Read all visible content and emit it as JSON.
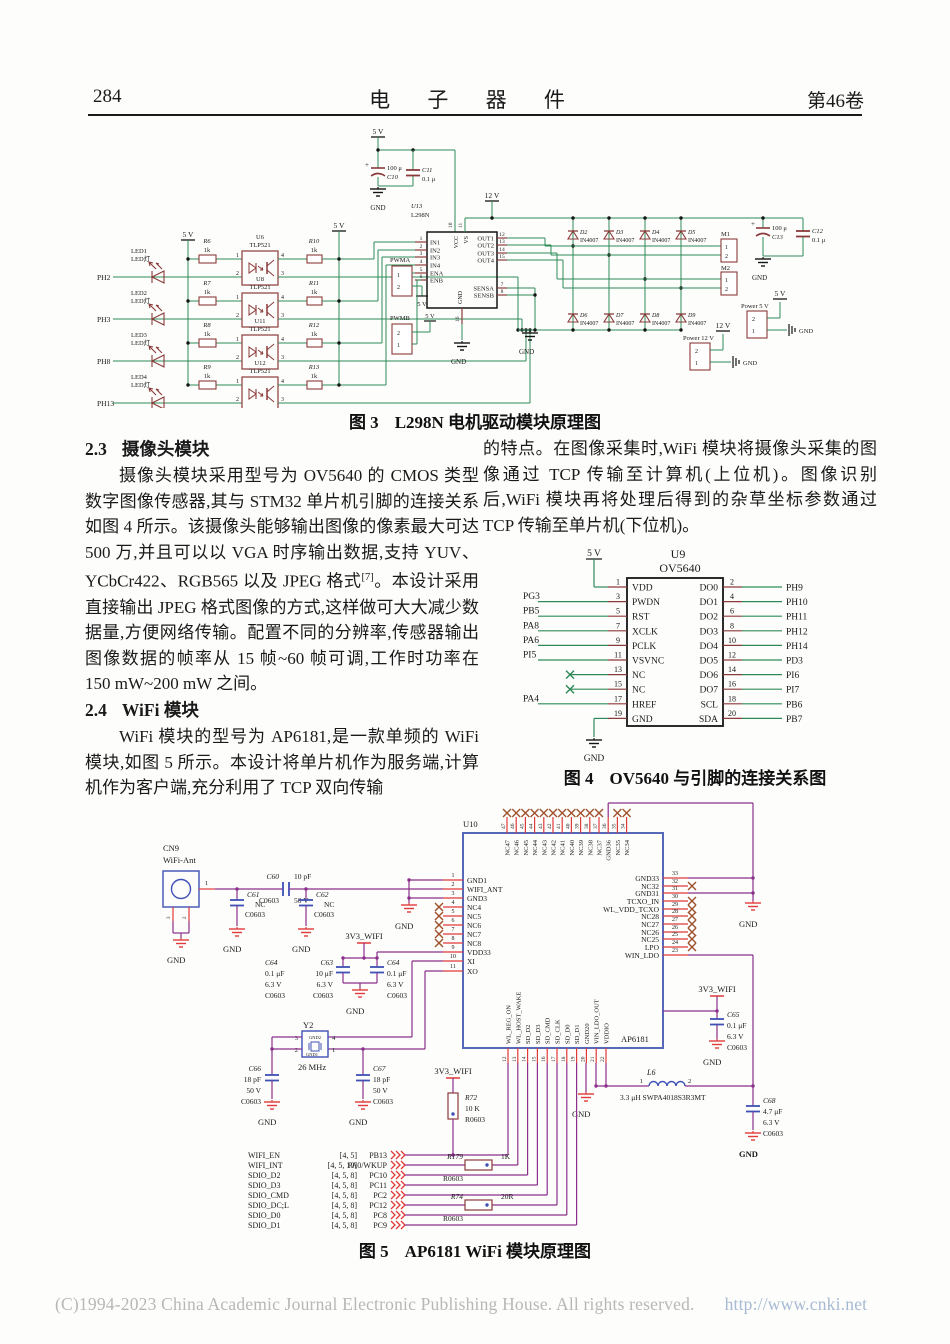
{
  "header": {
    "page_number": "284",
    "journal": "电 子 器 件",
    "volume": "第46卷"
  },
  "sections": {
    "s23": {
      "num": "2.3",
      "title": "摄像头模块",
      "body_a": "摄像头模块采用型号为 OV5640 的 CMOS 类型数字图像传感器,其与 STM32 单片机引脚的连接关系如图 4 所示。该摄像头能够输出图像的像素最大可达 500 万,并且可以以 VGA 时序输出数据,支持 YUV、YCbCr422、RGB565 以及 JPEG 格式",
      "sup": "[7]",
      "body_b": "。本设计采用直接输出 JPEG 格式图像的方式,这样做可大大减少数据量,方便网络传输。配置不同的分辨率,传感器输出图像数据的帧率从 15 帧~60 帧可调,工作时功率在 150 mW~200 mW 之间。"
    },
    "s24": {
      "num": "2.4",
      "title": "WiFi 模块",
      "body": "WiFi 模块的型号为 AP6181,是一款单频的 WiFi 模块,如图 5 所示。本设计将单片机作为服务端,计算机作为客户端,充分利用了 TCP 双向传输"
    },
    "right_continuation": "的特点。在图像采集时,WiFi 模块将摄像头采集的图像通过 TCP 传输至计算机(上位机)。图像识别后,WiFi 模块再将处理后得到的杂草坐标参数通过 TCP 传输至单片机(下位机)。"
  },
  "fig3": {
    "caption_num": "图 3",
    "caption_text": "L298N 电机驱动模块原理图",
    "labels": {
      "v5": "5 V",
      "v12": "12 V",
      "gnd": "GND"
    },
    "opto": {
      "rows": [
        {
          "input": "PH2",
          "led_ref": "LED1",
          "led_name": "LED灯",
          "r_in": "R6",
          "r_in_val": "1k",
          "opto_ref": "U6",
          "opto_type": "TLP521",
          "r_out": "R10",
          "r_out_val": "1k"
        },
        {
          "input": "PH3",
          "led_ref": "LED2",
          "led_name": "LED灯",
          "r_in": "R7",
          "r_in_val": "1k",
          "opto_ref": "U8",
          "opto_type": "TLP521",
          "r_out": "R11",
          "r_out_val": "1k"
        },
        {
          "input": "PH8",
          "led_ref": "LED3",
          "led_name": "LED灯",
          "r_in": "R8",
          "r_in_val": "1k",
          "opto_ref": "U11",
          "opto_type": "TLP521",
          "r_out": "R12",
          "r_out_val": "1k"
        },
        {
          "input": "PH13",
          "led_ref": "LED4",
          "led_name": "LED灯",
          "r_in": "R9",
          "r_in_val": "1k",
          "opto_ref": "U12",
          "opto_type": "TLP521",
          "r_out": "R13",
          "r_out_val": "1k"
        }
      ]
    },
    "chip": {
      "ref": "U13",
      "type": "L298N",
      "left_pins": [
        {
          "n": "1",
          "name": "IN1"
        },
        {
          "n": "2",
          "name": "IN2"
        },
        {
          "n": "3",
          "name": "IN3"
        },
        {
          "n": "4",
          "name": "IN4"
        },
        {
          "n": "5",
          "name": "ENA"
        },
        {
          "n": "6",
          "name": "ENB"
        }
      ],
      "top_pins": [
        {
          "n": "10",
          "name": "VCC"
        },
        {
          "n": "11",
          "name": "VS"
        }
      ],
      "right_pins": [
        {
          "n": "12",
          "name": "OUT1"
        },
        {
          "n": "13",
          "name": "OUT2"
        },
        {
          "n": "14",
          "name": "OUT3"
        },
        {
          "n": "15",
          "name": "OUT4"
        },
        {
          "n": "7",
          "name": "SENSA"
        },
        {
          "n": "8",
          "name": "SENSB"
        }
      ],
      "bottom_pin": {
        "n": "16",
        "name": "GND"
      }
    },
    "caps": {
      "c10": {
        "ref": "C10",
        "val": "100 μ"
      },
      "c11": {
        "ref": "C11",
        "val": "0.1 μ"
      },
      "c12": {
        "ref": "C12",
        "val": "0.1 μ"
      },
      "c13": {
        "ref": "C13",
        "val": "100 μ"
      }
    },
    "connectors": {
      "pwma": {
        "label": "PWMA",
        "pins": [
          "1",
          "2"
        ]
      },
      "pwmb": {
        "label": "PWMB",
        "pins": [
          "2",
          "1"
        ]
      },
      "m1": {
        "label": "M1",
        "pins": [
          "1",
          "2"
        ]
      },
      "m2": {
        "label": "M2",
        "pins": [
          "1",
          "2"
        ]
      },
      "p5": {
        "label": "Power 5 V",
        "pins": [
          "2",
          "1"
        ]
      },
      "p12": {
        "label": "Power 12 V",
        "pins": [
          "2",
          "1"
        ]
      }
    },
    "diodes_top": [
      {
        "ref": "D2",
        "type": "IN4007"
      },
      {
        "ref": "D3",
        "type": "IN4007"
      },
      {
        "ref": "D4",
        "type": "IN4007"
      },
      {
        "ref": "D5",
        "type": "IN4007"
      }
    ],
    "diodes_bottom": [
      {
        "ref": "D6",
        "type": "IN4007"
      },
      {
        "ref": "D7",
        "type": "IN4007"
      },
      {
        "ref": "D8",
        "type": "IN4007"
      },
      {
        "ref": "D9",
        "type": "IN4007"
      }
    ]
  },
  "fig4": {
    "caption_num": "图 4",
    "caption_text": "OV5640 与引脚的连接关系图",
    "ref": "U9",
    "type": "OV5640",
    "power": "5 V",
    "gnd": "GND",
    "left_pins": [
      {
        "n": "1",
        "name": "VDD",
        "ext": ""
      },
      {
        "n": "3",
        "name": "PWDN",
        "ext": "PG3"
      },
      {
        "n": "5",
        "name": "RST",
        "ext": "PB5"
      },
      {
        "n": "7",
        "name": "XCLK",
        "ext": "PA8"
      },
      {
        "n": "9",
        "name": "PCLK",
        "ext": "PA6"
      },
      {
        "n": "11",
        "name": "VSVNC",
        "ext": "PI5"
      },
      {
        "n": "13",
        "name": "NC",
        "ext": "",
        "nc": true
      },
      {
        "n": "15",
        "name": "NC",
        "ext": "",
        "nc": true
      },
      {
        "n": "17",
        "name": "HREF",
        "ext": "PA4"
      },
      {
        "n": "19",
        "name": "GND",
        "ext": ""
      }
    ],
    "right_pins": [
      {
        "n": "2",
        "name": "DO0",
        "ext": "PH9"
      },
      {
        "n": "4",
        "name": "DO1",
        "ext": "PH10"
      },
      {
        "n": "6",
        "name": "DO2",
        "ext": "PH11"
      },
      {
        "n": "8",
        "name": "DO3",
        "ext": "PH12"
      },
      {
        "n": "10",
        "name": "DO4",
        "ext": "PH14"
      },
      {
        "n": "12",
        "name": "DO5",
        "ext": "PD3"
      },
      {
        "n": "14",
        "name": "DO6",
        "ext": "PI6"
      },
      {
        "n": "16",
        "name": "DO7",
        "ext": "PI7"
      },
      {
        "n": "18",
        "name": "SCL",
        "ext": "PB6"
      },
      {
        "n": "20",
        "name": "SDA",
        "ext": "PB7"
      }
    ]
  },
  "fig5": {
    "caption_num": "图 5",
    "caption_text": "AP6181 WiFi 模块原理图",
    "labels": {
      "v3": "3V3_WIFI",
      "gnd": "GND"
    },
    "ant": {
      "ref": "CN9",
      "name": "WiFi-Ant",
      "pin": "1",
      "gnd_pins": [
        "3",
        "2"
      ]
    },
    "chip": {
      "ref": "U10",
      "name": "AP6181",
      "top_pins": [
        {
          "n": "47",
          "name": "NC47"
        },
        {
          "n": "46",
          "name": "NC46"
        },
        {
          "n": "45",
          "name": "NC45"
        },
        {
          "n": "44",
          "name": "NC44"
        },
        {
          "n": "43",
          "name": "NC43"
        },
        {
          "n": "42",
          "name": "NC42"
        },
        {
          "n": "41",
          "name": "NC41"
        },
        {
          "n": "40",
          "name": "NC40"
        },
        {
          "n": "39",
          "name": "NC39"
        },
        {
          "n": "38",
          "name": "NC38"
        },
        {
          "n": "37",
          "name": "NC37"
        },
        {
          "n": "36",
          "name": "GND36"
        },
        {
          "n": "35",
          "name": "NC35"
        },
        {
          "n": "34",
          "name": "NC34"
        }
      ],
      "left_pins": [
        {
          "n": "1",
          "name": "GND1"
        },
        {
          "n": "2",
          "name": "WIFI_ANT"
        },
        {
          "n": "3",
          "name": "GND3"
        },
        {
          "n": "4",
          "name": "NC4"
        },
        {
          "n": "5",
          "name": "NC5"
        },
        {
          "n": "6",
          "name": "NC6"
        },
        {
          "n": "7",
          "name": "NC7"
        },
        {
          "n": "8",
          "name": "NC8"
        },
        {
          "n": "9",
          "name": "VDD33"
        },
        {
          "n": "10",
          "name": "XI"
        },
        {
          "n": "11",
          "name": "XO"
        }
      ],
      "right_pins": [
        {
          "n": "33",
          "name": "GND33"
        },
        {
          "n": "32",
          "name": "NC32",
          "nc": true
        },
        {
          "n": "31",
          "name": "GND31"
        },
        {
          "n": "30",
          "name": "TCXO_IN",
          "nc": true
        },
        {
          "n": "29",
          "name": "WL_VDD_TCXO",
          "nc": true
        },
        {
          "n": "28",
          "name": "NC28",
          "nc": true
        },
        {
          "n": "27",
          "name": "NC27",
          "nc": true
        },
        {
          "n": "26",
          "name": "NC26",
          "nc": true
        },
        {
          "n": "25",
          "name": "NC25",
          "nc": true
        },
        {
          "n": "24",
          "name": "LPO",
          "nc": true
        },
        {
          "n": "23",
          "name": "WIN_LDO"
        }
      ],
      "bottom_pins": [
        {
          "n": "12",
          "name": "WL_REG_ON"
        },
        {
          "n": "13",
          "name": "WL_HOST_WAKE"
        },
        {
          "n": "14",
          "name": "SD_D2"
        },
        {
          "n": "15",
          "name": "SD_D3"
        },
        {
          "n": "16",
          "name": "SD_CMD"
        },
        {
          "n": "17",
          "name": "SD_CLK"
        },
        {
          "n": "18",
          "name": "SD_D0"
        },
        {
          "n": "19",
          "name": "SD_D1"
        },
        {
          "n": "20",
          "name": "GND20"
        },
        {
          "n": "21",
          "name": "VIN_LDO_OUT"
        },
        {
          "n": "22",
          "name": "VDDIO"
        }
      ]
    },
    "caps": {
      "c60": {
        "ref": "C60",
        "val": "10 pF",
        "volt": "50 V",
        "pkg": "C0603"
      },
      "c61": {
        "ref": "C61",
        "val": "NC",
        "pkg": "C0603"
      },
      "c62": {
        "ref": "C62",
        "val": "NC",
        "pkg": "C0603"
      },
      "c63": {
        "ref": "C63",
        "val": "10 μF",
        "volt": "6.3 V",
        "pkg": "C0603"
      },
      "c64": {
        "ref": "C64",
        "val": "0.1 μF",
        "volt": "6.3 V",
        "pkg": "C0603"
      },
      "c65": {
        "ref": "C65",
        "val": "0.1 μF",
        "volt": "6.3 V",
        "pkg": "C0603"
      },
      "c66": {
        "ref": "C66",
        "val": "18 pF",
        "volt": "50 V",
        "pkg": "C0603"
      },
      "c67": {
        "ref": "C67",
        "val": "18 pF",
        "volt": "50 V",
        "pkg": "C0603"
      },
      "c68": {
        "ref": "C68",
        "val": "4.7 μF",
        "volt": "6.3 V",
        "pkg": "C0603"
      }
    },
    "xtal": {
      "ref": "Y2",
      "freq": "26 MHz",
      "gnd1": "GND1",
      "gnd2": "GND2",
      "pins": [
        "3",
        "2",
        "4",
        "1"
      ]
    },
    "res": {
      "r72": {
        "ref": "R72",
        "val": "10 K",
        "pkg": "R0603"
      },
      "r179": {
        "ref": "R179",
        "val": "1K",
        "pkg": "R0603"
      },
      "r74": {
        "ref": "R74",
        "val": "20R",
        "pkg": "R0603"
      }
    },
    "ind": {
      "ref": "L6",
      "val": "3.3 μH SWPA4018S3R3MT",
      "pins": [
        "1",
        "2"
      ]
    },
    "signals": [
      {
        "name": "WIFI_EN",
        "ref": "[4, 5]",
        "port": "PB13"
      },
      {
        "name": "WIFI_INT",
        "ref": "[4, 5, 10]",
        "port": "PA0/WKUP"
      },
      {
        "name": "SDIO_D2",
        "ref": "[4, 5, 8]",
        "port": "PC10"
      },
      {
        "name": "SDIO_D3",
        "ref": "[4, 5, 8]",
        "port": "PC11"
      },
      {
        "name": "SDIO_CMD",
        "ref": "[4, 5, 8]",
        "port": "PC2"
      },
      {
        "name": "SDIO_DC;L",
        "ref": "[4, 5, 8]",
        "port": "PC12"
      },
      {
        "name": "SDIO_D0",
        "ref": "[4, 5, 8]",
        "port": "PC8"
      },
      {
        "name": "SDIO_D1",
        "ref": "[4, 5, 8]",
        "port": "PC9"
      }
    ]
  },
  "footer": {
    "copyright": "(C)1994-2023 China Academic Journal Electronic Publishing House. All rights reserved.",
    "url": "http://www.cnki.net"
  }
}
